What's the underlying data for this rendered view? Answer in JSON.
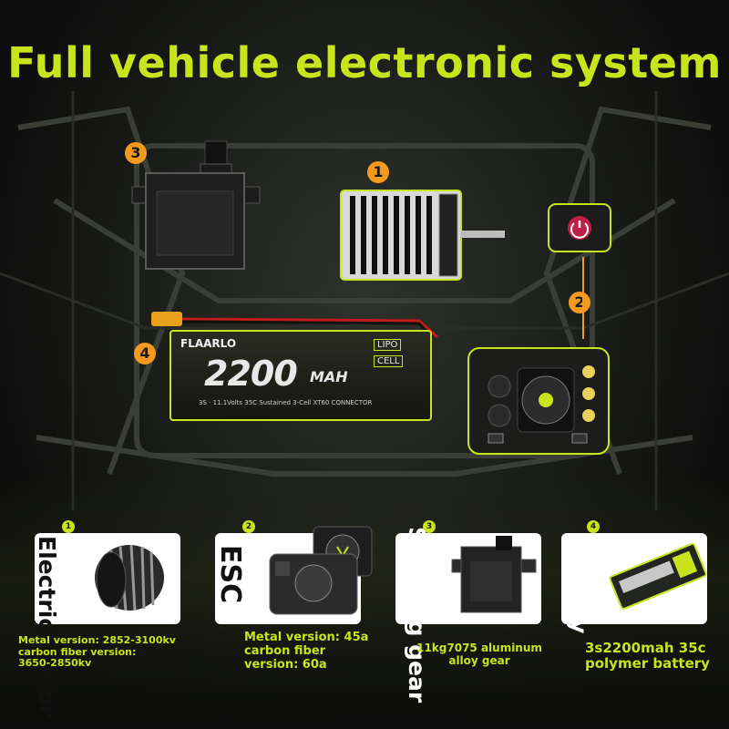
{
  "title": "Full vehicle electronic system",
  "colors": {
    "accent": "#c8e41c",
    "marker": "#f39a1e",
    "background": "#151714"
  },
  "markers": {
    "motor": "1",
    "esc": "2",
    "servo": "3",
    "battery": "4"
  },
  "battery_pack": {
    "brand": "FLAARLO",
    "capacity": "2200",
    "unit": "MAH",
    "lipo": "LIPO",
    "cell": "CELL",
    "spec_line": "3S · 11.1Volts 35C Sustained 3-Cell XT60 CONNECTOR"
  },
  "products": [
    {
      "number": "1",
      "name": "Electric motor",
      "spec_lines": [
        "Metal version: 2852-3100kv",
        "carbon fiber version:",
        "3650-2850kv"
      ]
    },
    {
      "number": "2",
      "name": "ESC",
      "spec_lines": [
        "Metal version: 45a",
        "carbon fiber",
        "version: 60a"
      ]
    },
    {
      "number": "3",
      "name": "Steering gear",
      "spec_lines": [
        "11kg7075 aluminum",
        "alloy gear"
      ]
    },
    {
      "number": "4",
      "name": "Battery",
      "spec_lines": [
        "3s2200mah 35c",
        "polymer battery"
      ]
    }
  ]
}
